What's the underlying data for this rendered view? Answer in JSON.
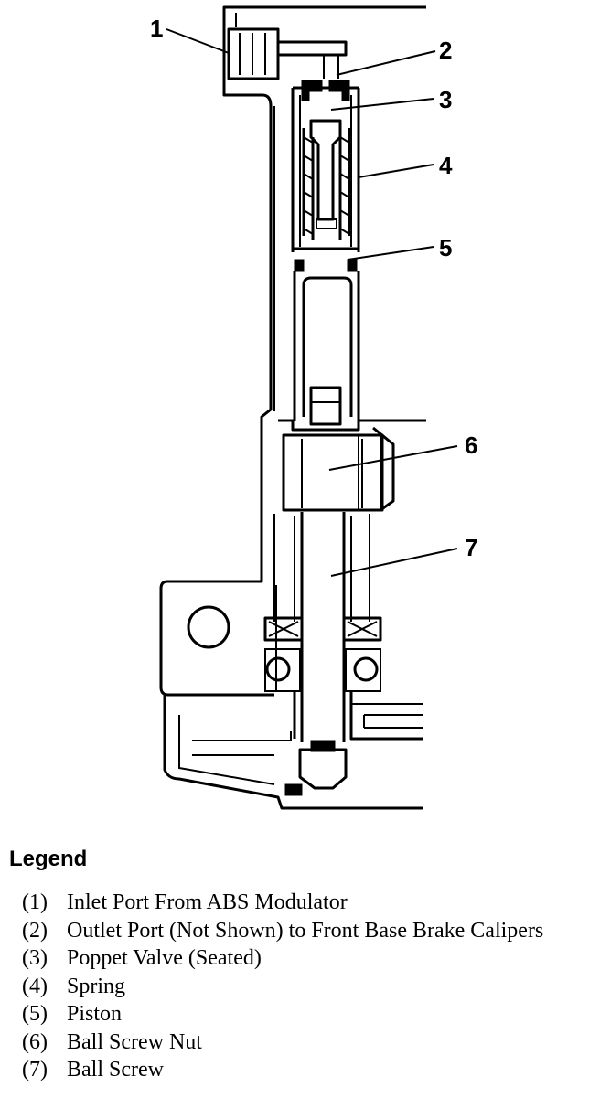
{
  "callouts": [
    "1",
    "2",
    "3",
    "4",
    "5",
    "6",
    "7"
  ],
  "legend": {
    "title": "Legend",
    "items": [
      {
        "num": "(1)",
        "text": "Inlet Port From ABS Modulator"
      },
      {
        "num": "(2)",
        "text": "Outlet Port (Not Shown) to Front Base Brake Calipers"
      },
      {
        "num": "(3)",
        "text": "Poppet Valve (Seated)"
      },
      {
        "num": "(4)",
        "text": "Spring"
      },
      {
        "num": "(5)",
        "text": "Piston"
      },
      {
        "num": "(6)",
        "text": "Ball Screw Nut"
      },
      {
        "num": "(7)",
        "text": "Ball Screw"
      }
    ]
  }
}
